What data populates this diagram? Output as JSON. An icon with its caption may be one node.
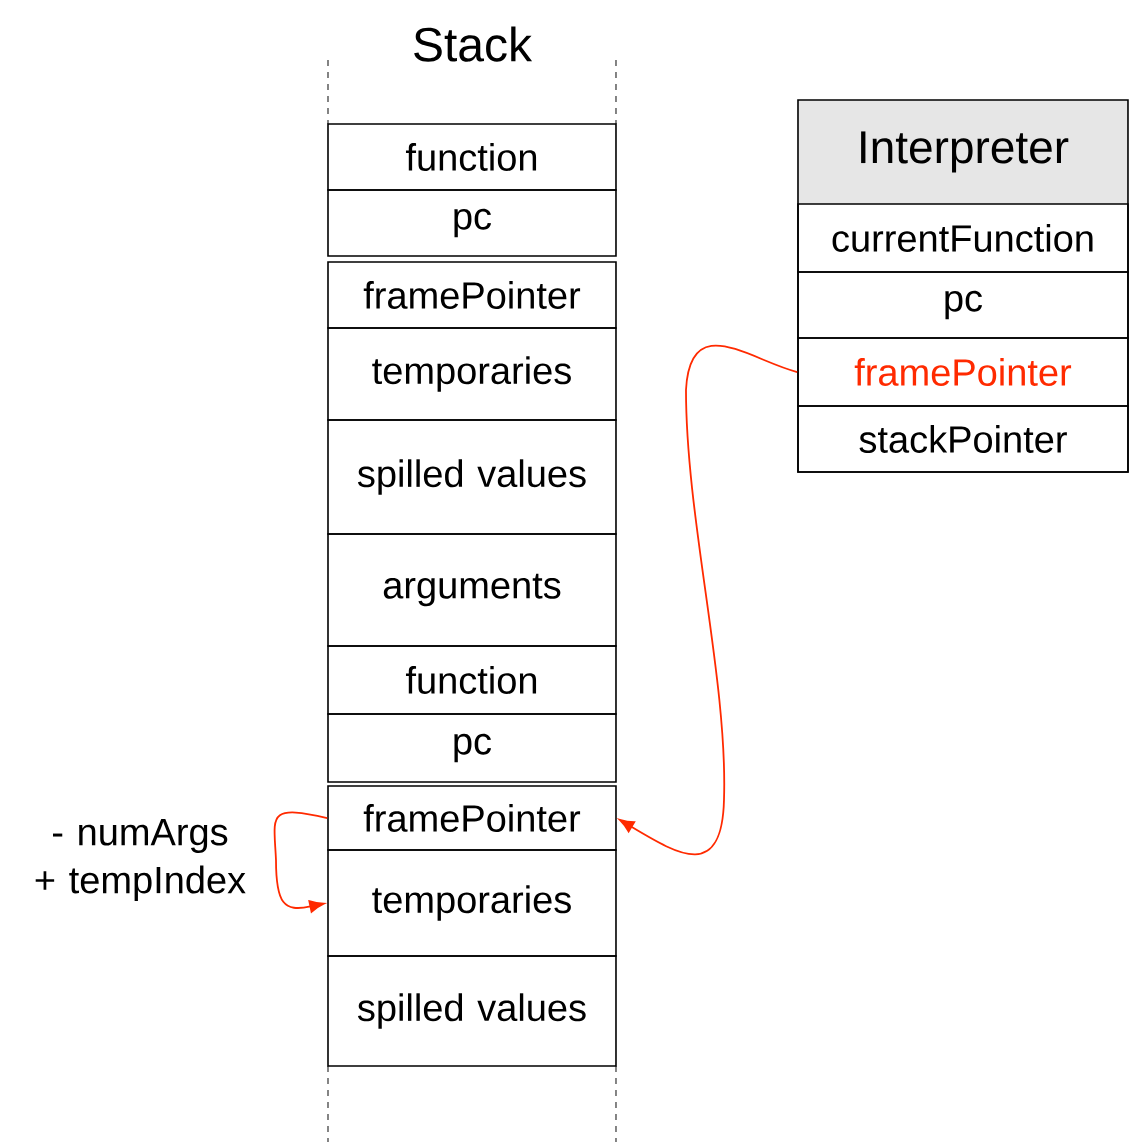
{
  "diagram": {
    "title": "Stack",
    "nodes": [
      {
        "text": [
          "function"
        ]
      },
      {
        "text": [
          "pc"
        ]
      },
      {
        "text": [
          "framePointer"
        ]
      },
      {
        "text": [
          "temporaries"
        ]
      },
      {
        "text": [
          "spilled values"
        ]
      },
      {
        "text": [
          "arguments"
        ]
      },
      {
        "text": [
          "function"
        ]
      },
      {
        "text": [
          "pc"
        ]
      },
      {
        "text": [
          "framePointer"
        ]
      },
      {
        "text": [
          "temporaries"
        ]
      },
      {
        "text": [
          "spilled values"
        ]
      },
      {
        "text": [
          "Interpreter"
        ]
      },
      {
        "text": [
          "currentFunction"
        ],
        "in": 11
      },
      {
        "text": [
          "pc"
        ],
        "in": 11
      },
      {
        "text": [
          "framePointer"
        ],
        "in": 11
      },
      {
        "text": [
          "stackPointer"
        ],
        "in": 11
      }
    ],
    "edges": [
      {
        "from": 14,
        "to": 8,
        "arrow": "to",
        "color": "#ff2a00"
      },
      {
        "from": 8,
        "to": 9,
        "arrow": "to",
        "color": "#ff2a00",
        "label": "- numArgs + tempIndex"
      }
    ]
  }
}
